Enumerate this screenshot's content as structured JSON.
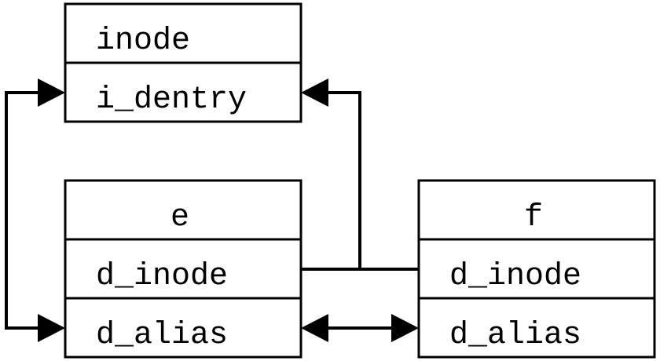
{
  "inode": {
    "title": "inode",
    "field": "i_dentry"
  },
  "dentry_e": {
    "title": "e",
    "inode_field": "d_inode",
    "alias_field": "d_alias"
  },
  "dentry_f": {
    "title": "f",
    "inode_field": "d_inode",
    "alias_field": "d_alias"
  }
}
